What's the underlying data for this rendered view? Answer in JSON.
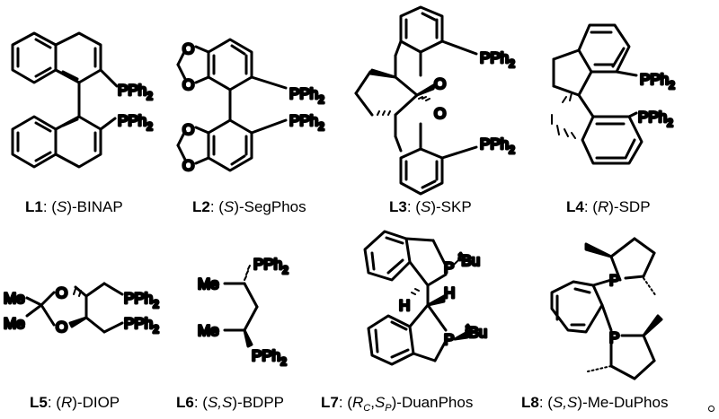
{
  "figure": {
    "ligands": [
      {
        "id": "L1",
        "prefix": "(",
        "stereo": "S",
        "suffix": ")-BINAP",
        "name": "BINAP"
      },
      {
        "id": "L2",
        "prefix": "(",
        "stereo": "S",
        "suffix": ")-SegPhos",
        "name": "SegPhos"
      },
      {
        "id": "L3",
        "prefix": "(",
        "stereo": "S",
        "suffix": ")-SKP",
        "name": "SKP"
      },
      {
        "id": "L4",
        "prefix": "(",
        "stereo": "R",
        "suffix": ")-SDP",
        "name": "SDP"
      },
      {
        "id": "L5",
        "prefix": "(",
        "stereo": "R",
        "suffix": ")-DIOP",
        "name": "DIOP"
      },
      {
        "id": "L6",
        "prefix": "(",
        "stereo": "S,S",
        "suffix": ")-BDPP",
        "name": "BDPP"
      },
      {
        "id": "L7",
        "prefix": "(",
        "stereo_a": "R",
        "sub_a": "C",
        "sep": ",",
        "stereo_b": "S",
        "sub_b": "P",
        "suffix": ")-DuanPhos",
        "name": "DuanPhos"
      },
      {
        "id": "L8",
        "prefix": "(",
        "stereo": "S,S",
        "suffix": ")-Me-DuPhos",
        "name": "Me-DuPhos"
      }
    ],
    "atoms": {
      "pph": "PPh",
      "pph_sub": "2",
      "o": "O",
      "p": "P",
      "me": "Me",
      "h": "H",
      "tbu_sup": "t",
      "tbu": "Bu"
    },
    "end_mark": "。"
  }
}
